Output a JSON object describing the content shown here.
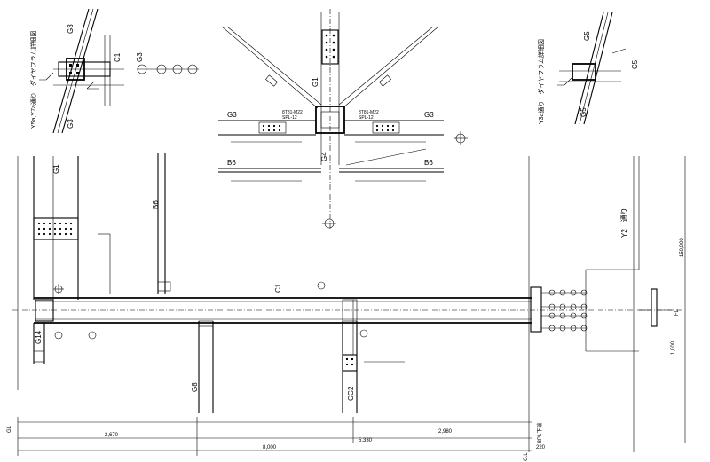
{
  "labels": {
    "g1_top": "G1",
    "g1_left": "G1",
    "g3_left_detail": "G3",
    "g3_left_a": "G3",
    "g3_left_b": "G3",
    "g3_center_left": "G3",
    "g3_center_right": "G3",
    "c1_left_detail": "C1",
    "g5_a": "G5",
    "g5_b": "G5",
    "c5": "C5",
    "g4": "G4",
    "b6_left": "B6",
    "b6_right": "B6",
    "b6_vertical": "B6",
    "c1_main": "C1",
    "g8": "G8",
    "g14": "G14",
    "cg2": "CG2"
  },
  "titles": {
    "left_detail": "Y5a,Y7a通り　ダイヤフラム詳細図",
    "right_detail": "Y3a通り　ダイヤフラム詳細図",
    "section": "Y2　通り"
  },
  "dimensions": {
    "d_2670": "2,670",
    "d_2980": "2,980",
    "d_5330": "5,330",
    "d_8000": "8,000",
    "d_220": "220",
    "d_1000": "1,000",
    "d_150000": "150,000",
    "d_bolt_spec": "8T81-M22",
    "d_spl": "SPL-12"
  },
  "markers": {
    "gl_left": "GL",
    "gl_bottom": "G.L",
    "fl_right": "FL",
    "bpl_right": "BPL下端"
  }
}
